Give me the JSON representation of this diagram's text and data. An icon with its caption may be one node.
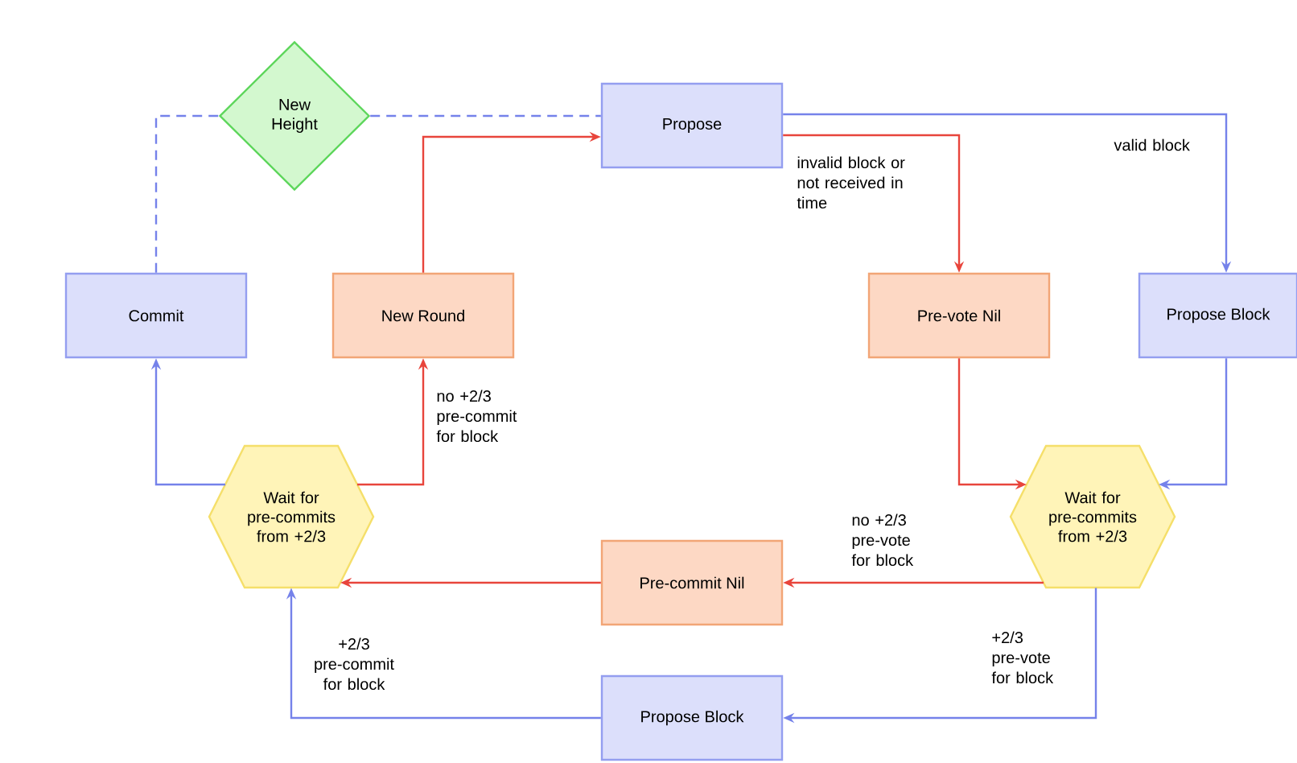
{
  "diagram": {
    "nodes": [
      {
        "text": [
          "New Height"
        ]
      },
      {
        "text": [
          "Propose"
        ]
      },
      {
        "text": [
          "Commit"
        ]
      },
      {
        "text": [
          "New Round"
        ]
      },
      {
        "text": [
          "Pre-vote Nil"
        ]
      },
      {
        "text": [
          "Propose Block"
        ]
      },
      {
        "text": [
          "Wait for pre-commits from +2/3"
        ]
      },
      {
        "text": [
          "Wait for pre-commits from +2/3"
        ]
      },
      {
        "text": [
          "Pre-commit Nil"
        ]
      },
      {
        "text": [
          "Propose Block"
        ]
      }
    ],
    "edges": [
      {
        "from": 2,
        "to": 0,
        "arrow": "none",
        "style": "dashed"
      },
      {
        "from": 0,
        "to": 1,
        "arrow": "none",
        "style": "dashed"
      },
      {
        "from": 1,
        "to": 5,
        "arrow": "to",
        "label": "valid block"
      },
      {
        "from": 1,
        "to": 4,
        "arrow": "to",
        "label": "invalid block or not received in time",
        "color": "#e8453c"
      },
      {
        "from": 3,
        "to": 1,
        "arrow": "to",
        "color": "#e8453c"
      },
      {
        "from": 5,
        "to": 7,
        "arrow": "to"
      },
      {
        "from": 4,
        "to": 7,
        "arrow": "to",
        "color": "#e8453c"
      },
      {
        "from": 7,
        "to": 8,
        "arrow": "to",
        "label": "no +2/3 pre-vote for block",
        "color": "#e8453c"
      },
      {
        "from": 7,
        "to": 9,
        "arrow": "to",
        "label": "+2/3 pre-vote for block"
      },
      {
        "from": 9,
        "to": 6,
        "arrow": "to",
        "label": "+2/3 pre-commit for block"
      },
      {
        "from": 8,
        "to": 6,
        "arrow": "to",
        "color": "#e8453c"
      },
      {
        "from": 6,
        "to": 3,
        "arrow": "to",
        "label": "no +2/3 pre-commit for block",
        "color": "#e8453c"
      },
      {
        "from": 6,
        "to": 2,
        "arrow": "to"
      }
    ]
  }
}
